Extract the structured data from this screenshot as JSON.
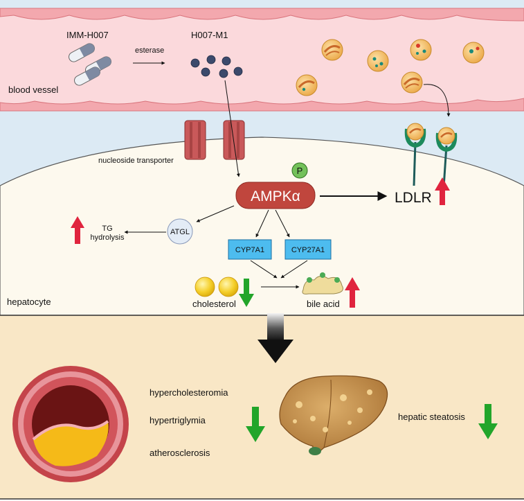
{
  "drug": {
    "label": "IMM-H007"
  },
  "enzyme": {
    "label": "esterase"
  },
  "metabolite": {
    "label": "H007-M1"
  },
  "regions": {
    "vessel": "blood vessel",
    "hepatocyte": "hepatocyte"
  },
  "transporter": {
    "label": "nucleoside transporter"
  },
  "kinase": {
    "label": "AMPKα",
    "phospho": "P"
  },
  "receptor": {
    "label": "LDLR",
    "trend": "up"
  },
  "lipolysis": {
    "enzyme": "ATGL",
    "line1": "TG",
    "line2": "hydrolysis",
    "trend": "up"
  },
  "cyp": {
    "a": "CYP7A1",
    "b": "CYP27A1"
  },
  "sterol": {
    "label": "cholesterol",
    "trend": "down"
  },
  "bile": {
    "label": "bile acid",
    "trend": "up"
  },
  "outcomes": {
    "items": [
      "hypercholesteromia",
      "hypertriglymia",
      "atherosclerosis"
    ],
    "trend": "down",
    "liver": "hepatic steatosis",
    "liver_trend": "down"
  },
  "colors": {
    "up_arrow": "#e0243e",
    "down_arrow": "#22a52a",
    "ampk_fill": "#c0463d",
    "cyp_fill": "#4dbcef",
    "vessel_bg": "#fbd9dc",
    "cell_bg": "#fdf9ee",
    "bottom_bg": "#f9e7c6"
  }
}
